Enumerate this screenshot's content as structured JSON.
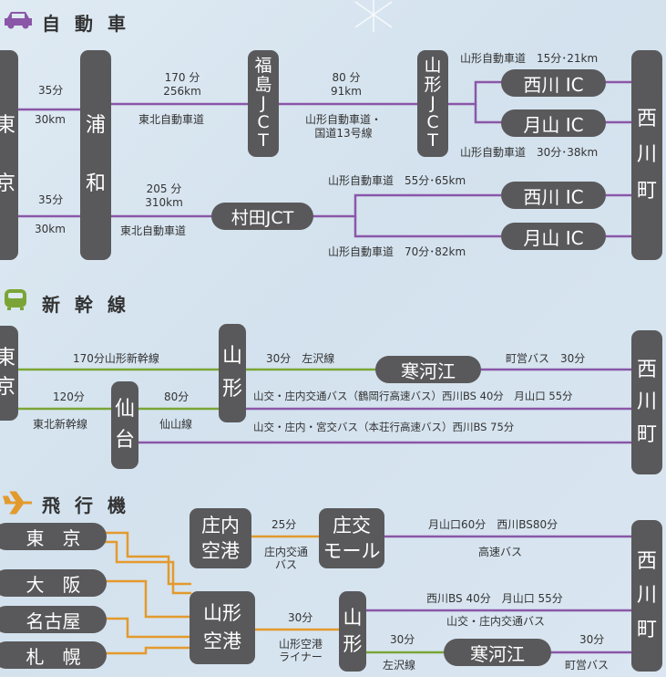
{
  "colors": {
    "purple": "#8a57a8",
    "green": "#7aa536",
    "orange": "#e39a2d",
    "node": "#59595b"
  },
  "car": {
    "title": "自動車",
    "icon": "car-icon",
    "tokyo": [
      "東",
      "京"
    ],
    "urawa": [
      "浦",
      "和"
    ],
    "fukushima": [
      "福",
      "島",
      "J",
      "C",
      "T"
    ],
    "yamagata_jct": [
      "山",
      "形",
      "J",
      "C",
      "T"
    ],
    "nishikawa": [
      "西",
      "川",
      "町"
    ],
    "nishikawa_ic": "西川 IC",
    "gassan_ic": "月山 IC",
    "murata": "村田JCT",
    "l_35a": "35分",
    "l_30a": "30km",
    "l_35b": "35分",
    "l_30b": "30km",
    "l_170": "170 分",
    "l_256": "256km",
    "l_tohoku1": "東北自動車道",
    "l_80": "80 分",
    "l_91": "91km",
    "l_yam_kok1": "山形自動車道・",
    "l_yam_kok2": "国道13号線",
    "l_top": "山形自動車道　15分･21km",
    "l_mid": "山形自動車道　30分･38km",
    "l_205": "205 分",
    "l_310": "310km",
    "l_tohoku2": "東北自動車道",
    "l_55": "山形自動車道　55分･65km",
    "l_70": "山形自動車道　70分･82km"
  },
  "shinkansen": {
    "title": "新幹線",
    "icon": "train-icon",
    "tokyo": [
      "東",
      "京"
    ],
    "yamagata": [
      "山",
      "形"
    ],
    "sendai": [
      "仙",
      "台"
    ],
    "sagae": "寒河江",
    "nishikawa": [
      "西",
      "川",
      "町"
    ],
    "l_170": "170分山形新幹線",
    "l_120": "120分",
    "l_tohoku": "東北新幹線",
    "l_80": "80分",
    "l_senzan": "仙山線",
    "l_30": "30分　左沢線",
    "l_town": "町営バス　30分",
    "l_bus1": "山交・庄内交通バス（鶴岡行高速バス）西川BS 40分　月山口 55分",
    "l_bus2": "山交・庄内・宮交バス（本荘行高速バス）西川BS 75分"
  },
  "plane": {
    "title": "飛行機",
    "icon": "airplane-icon",
    "tokyo": "東　京",
    "osaka": "大　阪",
    "nagoya": "名古屋",
    "sapporo": "札　幌",
    "shonai": [
      "庄内",
      "空港"
    ],
    "shokou": [
      "庄交",
      "モール"
    ],
    "yamagata_ap": [
      "山形",
      "空港"
    ],
    "yamagata": [
      "山",
      "形"
    ],
    "sagae": "寒河江",
    "nishikawa": [
      "西",
      "川",
      "町"
    ],
    "l_25": "25分",
    "l_shonai_bus1": "庄内交通",
    "l_shonai_bus2": "バス",
    "l_gassan60": "月山口60分　西川BS80分",
    "l_kousoku": "高速バス",
    "l_30a": "30分",
    "l_liner1": "山形空港",
    "l_liner2": "ライナー",
    "l_bs40": "西川BS 40分　月山口 55分",
    "l_yamako": "山交・庄内交通バス",
    "l_30b": "30分",
    "l_aterazawa": "左沢線",
    "l_30c": "30分",
    "l_town": "町営バス"
  }
}
